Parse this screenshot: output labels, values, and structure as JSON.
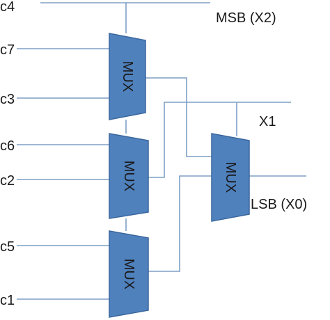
{
  "mux_label": "MUX",
  "inputs": {
    "c4": "c4",
    "c7": "c7",
    "c3": "c3",
    "c6": "c6",
    "c2": "c2",
    "c5": "c5",
    "c1": "c1"
  },
  "outputs": {
    "msb": "MSB (X2)",
    "x1": "X1",
    "lsb": "LSB (X0)"
  },
  "colors": {
    "mux_fill": "#4f81bd",
    "mux_stroke": "#3a679e",
    "wire": "#7f9fc6",
    "text": "#1a1a1a"
  }
}
